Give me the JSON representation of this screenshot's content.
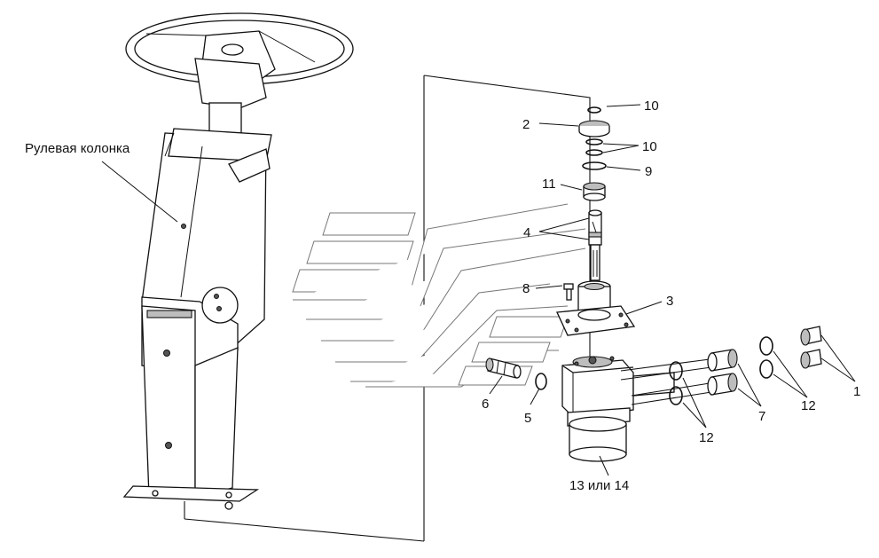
{
  "labels": {
    "column": "Рулевая колонка",
    "p1": "1",
    "p2": "2",
    "p3": "3",
    "p4": "4",
    "p5": "5",
    "p6": "6",
    "p7": "7",
    "p8": "8",
    "p9": "9",
    "p10_top": "10",
    "p10_mid": "10",
    "p11": "11",
    "p12_a": "12",
    "p12_b": "12",
    "p13": "13 или 14"
  }
}
